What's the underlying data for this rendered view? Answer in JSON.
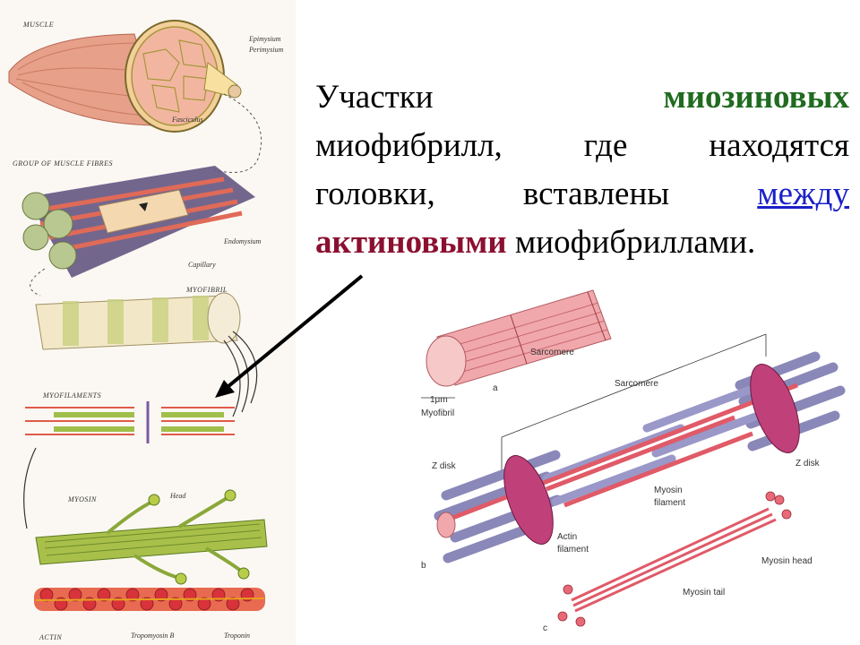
{
  "slide_text": {
    "line1": {
      "w1": "Участки",
      "w2": "миозиновых"
    },
    "line2": {
      "w1": "миофибрилл,",
      "w2": "где",
      "w3": "находятся"
    },
    "line3": {
      "w1": "головки,",
      "w2": "вставлены",
      "w3": "между"
    },
    "line4": {
      "w1": "актиновыми",
      "w2": "миофибриллами."
    }
  },
  "left_diagram": {
    "muscle": "MUSCLE",
    "epimysium": "Epimysium",
    "perimysium": "Perimysium",
    "fasciculus": "Fasciculus",
    "group": "GROUP OF MUSCLE FIBRES",
    "endomysium": "Endomysium",
    "capillary": "Capillary",
    "myofibril": "MYOFIBRIL",
    "myofilaments": "MYOFILAMENTS",
    "myosin": "MYOSIN",
    "head": "Head",
    "actin": "ACTIN",
    "tropomyosin": "Tropomyosin B",
    "troponin": "Troponin"
  },
  "right_diagram": {
    "sarcomere_a": "Sarcomere",
    "um": "1μm",
    "myofibril": "Myofibril",
    "a": "a",
    "sarcomere_b": "Sarcomere",
    "z_disk_left": "Z disk",
    "z_disk_right": "Z disk",
    "myosin_filament_1": "Myosin",
    "myosin_filament_2": "filament",
    "actin_filament_1": "Actin",
    "actin_filament_2": "filament",
    "b": "b",
    "myosin_head": "Myosin head",
    "myosin_tail": "Myosin tail",
    "c": "c"
  },
  "colors": {
    "green_accent": "#1f6b1f",
    "red_accent": "#8b1030",
    "link_blue": "#1a20c8"
  }
}
